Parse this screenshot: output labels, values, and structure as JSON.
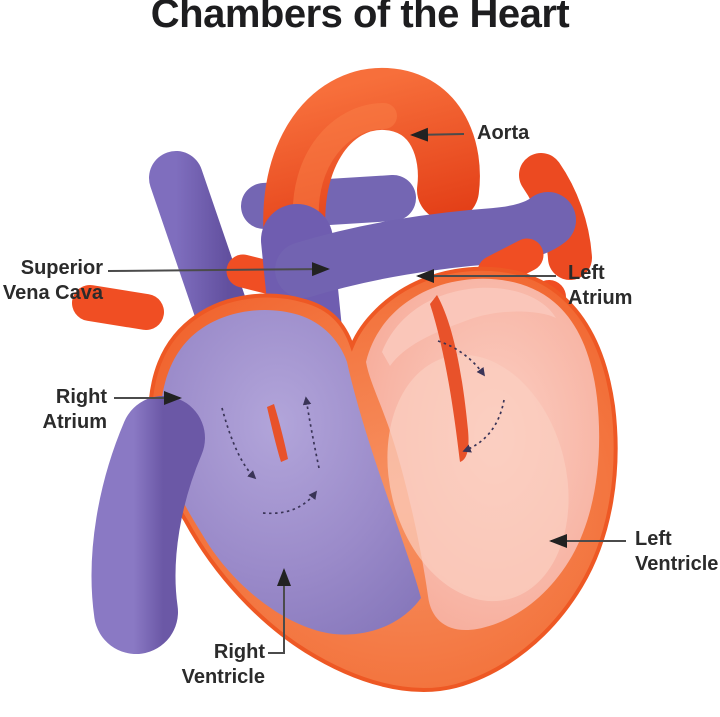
{
  "title": "Chambers of the Heart",
  "figure": {
    "description": "Cross-section illustration of a human heart showing the four chambers, great vessels and blood-flow direction arrows",
    "labels": {
      "aorta": {
        "lines": [
          "Aorta"
        ]
      },
      "superior_vena_cava": {
        "lines": [
          "Superior",
          "Vena Cava"
        ]
      },
      "left_atrium": {
        "lines": [
          "Left",
          "Atrium"
        ]
      },
      "right_atrium": {
        "lines": [
          "Right",
          "Atrium"
        ]
      },
      "left_ventricle": {
        "lines": [
          "Left",
          "Ventricle"
        ]
      },
      "right_ventricle": {
        "lines": [
          "Right",
          "Ventricle"
        ]
      }
    }
  },
  "colors": {
    "vessel_red_orange": "#EF4A23",
    "aorta_gradient_top": "#F76F3B",
    "aorta_gradient_bottom": "#E23C15",
    "heart_wall_orange": "#F3753F",
    "heart_wall_rim": "#EE5824",
    "chamber_pink": "#F8B5A5",
    "chamber_pink_light": "#FBCEC1",
    "vessel_purple": "#6E5CAC",
    "chamber_purple": "#9A8AC9",
    "inferior_vena_cava_purple": "#7B68B8",
    "title_text": "#1D1D1F",
    "label_text": "#2B2B2B",
    "pointer_arrow": "#4B4B4B",
    "flow_arrow": "#3A3457",
    "background": "#FFFFFF"
  }
}
